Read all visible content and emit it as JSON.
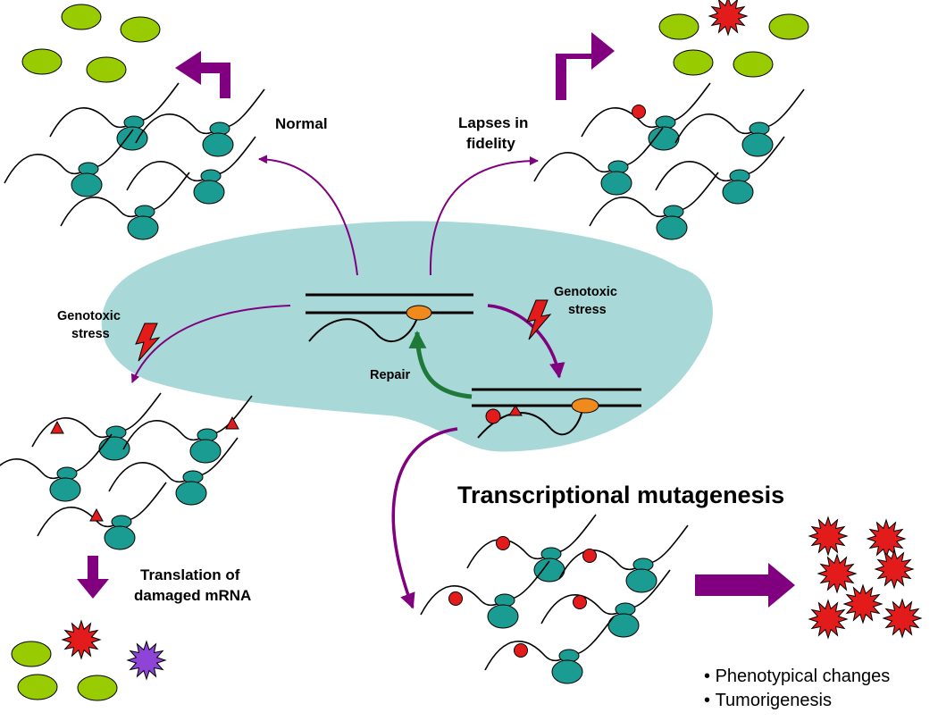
{
  "labels": {
    "normal": "Normal",
    "lapses_line1": "Lapses in",
    "lapses_line2": "fidelity",
    "genotoxic_left_line1": "Genotoxic",
    "genotoxic_left_line2": "stress",
    "genotoxic_right_line1": "Genotoxic",
    "genotoxic_right_line2": "stress",
    "repair": "Repair",
    "translation_line1": "Translation of",
    "translation_line2": "damaged mRNA",
    "title": "Transcriptional mutagenesis"
  },
  "outcomes": [
    "Phenotypical changes",
    "Tumorigenesis"
  ],
  "colors": {
    "nucleus": "#a8d8d8",
    "ribosome": "#1a9c92",
    "purple_arrow": "#800080",
    "repair_arrow": "#1f7a3a",
    "protein_normal": "#99cc00",
    "protein_damaged": "#e31b1b",
    "protein_purple": "#8e44d6",
    "lesion": "#e31b1b",
    "polymerase": "#f08a1c"
  }
}
